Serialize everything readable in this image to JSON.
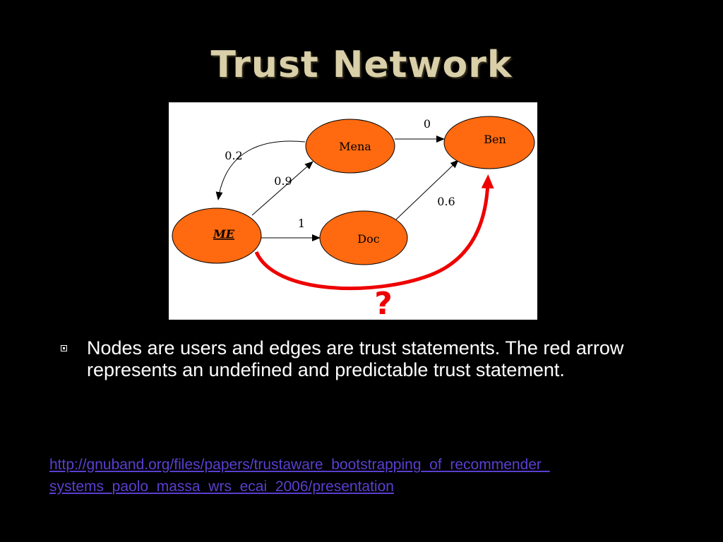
{
  "slide": {
    "title": "Trust Network",
    "bullet": "Nodes are users and edges are trust statements. The red arrow represents an undefined and predictable trust statement.",
    "link_line1": "http://gnuband.org/files/papers/trustaware_bootstrapping_of_recommender_",
    "link_line2": "systems_paolo_massa_wrs_ecai_2006/presentation"
  },
  "diagram": {
    "node_color": "#ff6a10",
    "unknown_edge_color": "#ee0000",
    "nodes": {
      "me": "ME",
      "mena": "Mena",
      "ben": "Ben",
      "doc": "Doc"
    },
    "edges": {
      "mena_to_me": "0.2",
      "me_to_mena": "0.9",
      "mena_to_ben": "0",
      "me_to_doc": "1",
      "doc_to_ben": "0.6",
      "me_to_ben_unknown": "?"
    }
  }
}
